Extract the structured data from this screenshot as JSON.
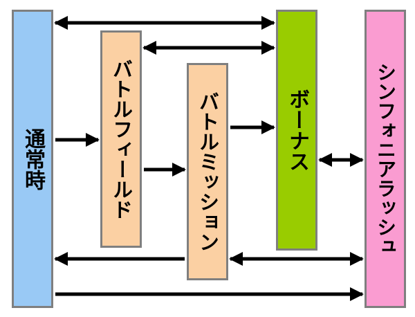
{
  "nodes": {
    "normal": {
      "label": "通常時",
      "color": "#99c9f5"
    },
    "battlefield": {
      "label": "バトルフィールド",
      "color": "#fbd0a3"
    },
    "mission": {
      "label": "バトルミッション",
      "color": "#fbd0a3"
    },
    "bonus": {
      "label": "ボーナス",
      "color": "#99cc00"
    },
    "rush": {
      "label": "シンフォニアラッシュ",
      "color": "#fa9cd1"
    }
  },
  "edges": [
    {
      "from": "normal",
      "to": "bonus",
      "direction": "both"
    },
    {
      "from": "battlefield",
      "to": "bonus",
      "direction": "both"
    },
    {
      "from": "normal",
      "to": "battlefield",
      "direction": "forward"
    },
    {
      "from": "mission",
      "to": "bonus",
      "direction": "forward"
    },
    {
      "from": "battlefield",
      "to": "mission",
      "direction": "forward"
    },
    {
      "from": "bonus",
      "to": "rush",
      "direction": "both"
    },
    {
      "from": "mission",
      "to": "normal",
      "direction": "forward"
    },
    {
      "from": "mission",
      "to": "rush",
      "direction": "both"
    },
    {
      "from": "normal",
      "to": "rush",
      "direction": "forward"
    }
  ],
  "colors": {
    "border": "#7f7f7f",
    "arrow": "#000000"
  }
}
